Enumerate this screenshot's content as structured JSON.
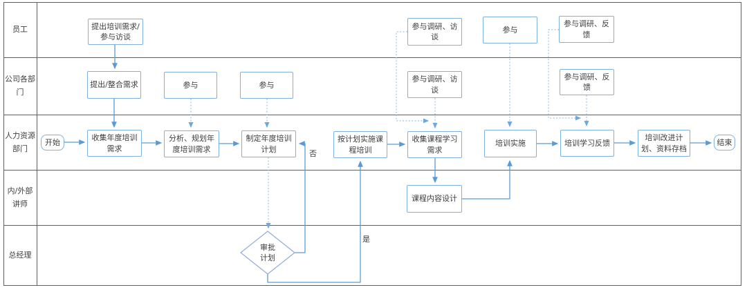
{
  "lanes": [
    {
      "label": "员工"
    },
    {
      "label": "公司各部门"
    },
    {
      "label": "人力资源部门"
    },
    {
      "label": "内/外部讲师"
    },
    {
      "label": "总经理"
    }
  ],
  "nodes": [
    {
      "id": "start",
      "label": "开始",
      "shape": "terminator"
    },
    {
      "id": "emp-request",
      "label": "提出培训需求/参与访谈",
      "shape": "process"
    },
    {
      "id": "emp-survey",
      "label": "参与调研、访谈",
      "shape": "process"
    },
    {
      "id": "emp-participate",
      "label": "参与",
      "shape": "process"
    },
    {
      "id": "emp-feedback",
      "label": "参与调研、反馈",
      "shape": "process"
    },
    {
      "id": "dept-integrate",
      "label": "提出/整合需求",
      "shape": "process"
    },
    {
      "id": "dept-participate-1",
      "label": "参与",
      "shape": "process"
    },
    {
      "id": "dept-participate-2",
      "label": "参与",
      "shape": "process"
    },
    {
      "id": "dept-survey",
      "label": "参与调研、访谈",
      "shape": "process"
    },
    {
      "id": "dept-feedback",
      "label": "参与调研、反馈",
      "shape": "process"
    },
    {
      "id": "hr-collect-annual",
      "label": "收集年度培训需求",
      "shape": "process"
    },
    {
      "id": "hr-analyze",
      "label": "分析、规划年度培训需求",
      "shape": "process"
    },
    {
      "id": "hr-plan",
      "label": "制定年度培训计划",
      "shape": "process"
    },
    {
      "id": "hr-implement-course",
      "label": "按计划实施课程培训",
      "shape": "process"
    },
    {
      "id": "hr-collect-course",
      "label": "收集课程学习需求",
      "shape": "process"
    },
    {
      "id": "hr-training",
      "label": "培训实施",
      "shape": "process"
    },
    {
      "id": "hr-feedback",
      "label": "培训学习反馈",
      "shape": "process"
    },
    {
      "id": "hr-improve-archive",
      "label": "培训改进计划、资料存档",
      "shape": "process"
    },
    {
      "id": "end",
      "label": "结束",
      "shape": "terminator"
    },
    {
      "id": "lecturer-design",
      "label": "课程内容设计",
      "shape": "process"
    },
    {
      "id": "gm-approve",
      "label": "审批计划",
      "shape": "decision"
    }
  ],
  "branch_labels": {
    "no": "否",
    "yes": "是"
  },
  "colors": {
    "node_border": "#7FB0DF",
    "solid_connector": "#5B9BD5",
    "dashed_connector": "#9DC3E6",
    "dashed_arrowhead": "#6FA8DC",
    "lane_border": "#5F5F5F",
    "text": "#3D3D3D",
    "background": "#FFFFFF"
  }
}
